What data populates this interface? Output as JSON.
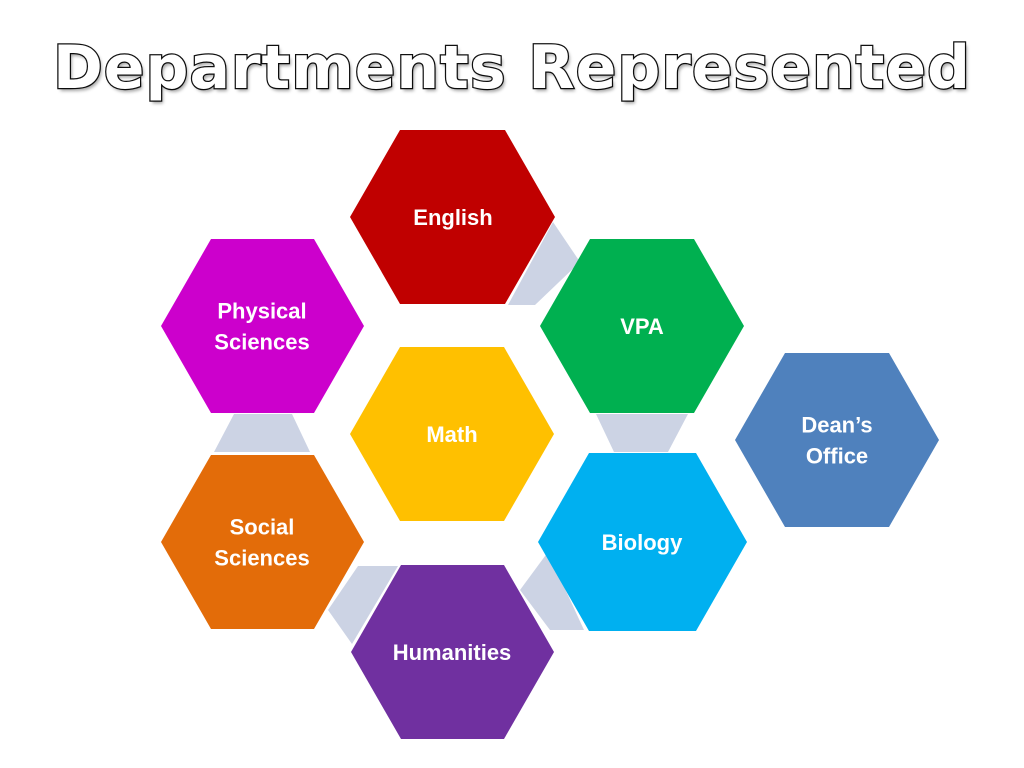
{
  "slide": {
    "title": "Departments Represented"
  },
  "colors": {
    "connector": "#ccd3e4",
    "english": "#c00000",
    "vpa": "#00b050",
    "physical_sciences": "#cc00cc",
    "math": "#ffc000",
    "deans_office": "#4f81bd",
    "social_sciences": "#e36c09",
    "biology": "#00b0f0",
    "humanities": "#7030a0"
  },
  "departments": [
    {
      "key": "english",
      "lines": [
        "English"
      ]
    },
    {
      "key": "vpa",
      "lines": [
        "VPA"
      ]
    },
    {
      "key": "physical_sciences",
      "lines": [
        "Physical",
        "Sciences"
      ]
    },
    {
      "key": "math",
      "lines": [
        "Math"
      ]
    },
    {
      "key": "deans_office",
      "lines": [
        "Dean’s",
        "Office"
      ]
    },
    {
      "key": "social_sciences",
      "lines": [
        "Social",
        "Sciences"
      ]
    },
    {
      "key": "biology",
      "lines": [
        "Biology"
      ]
    },
    {
      "key": "humanities",
      "lines": [
        "Humanities"
      ]
    }
  ]
}
